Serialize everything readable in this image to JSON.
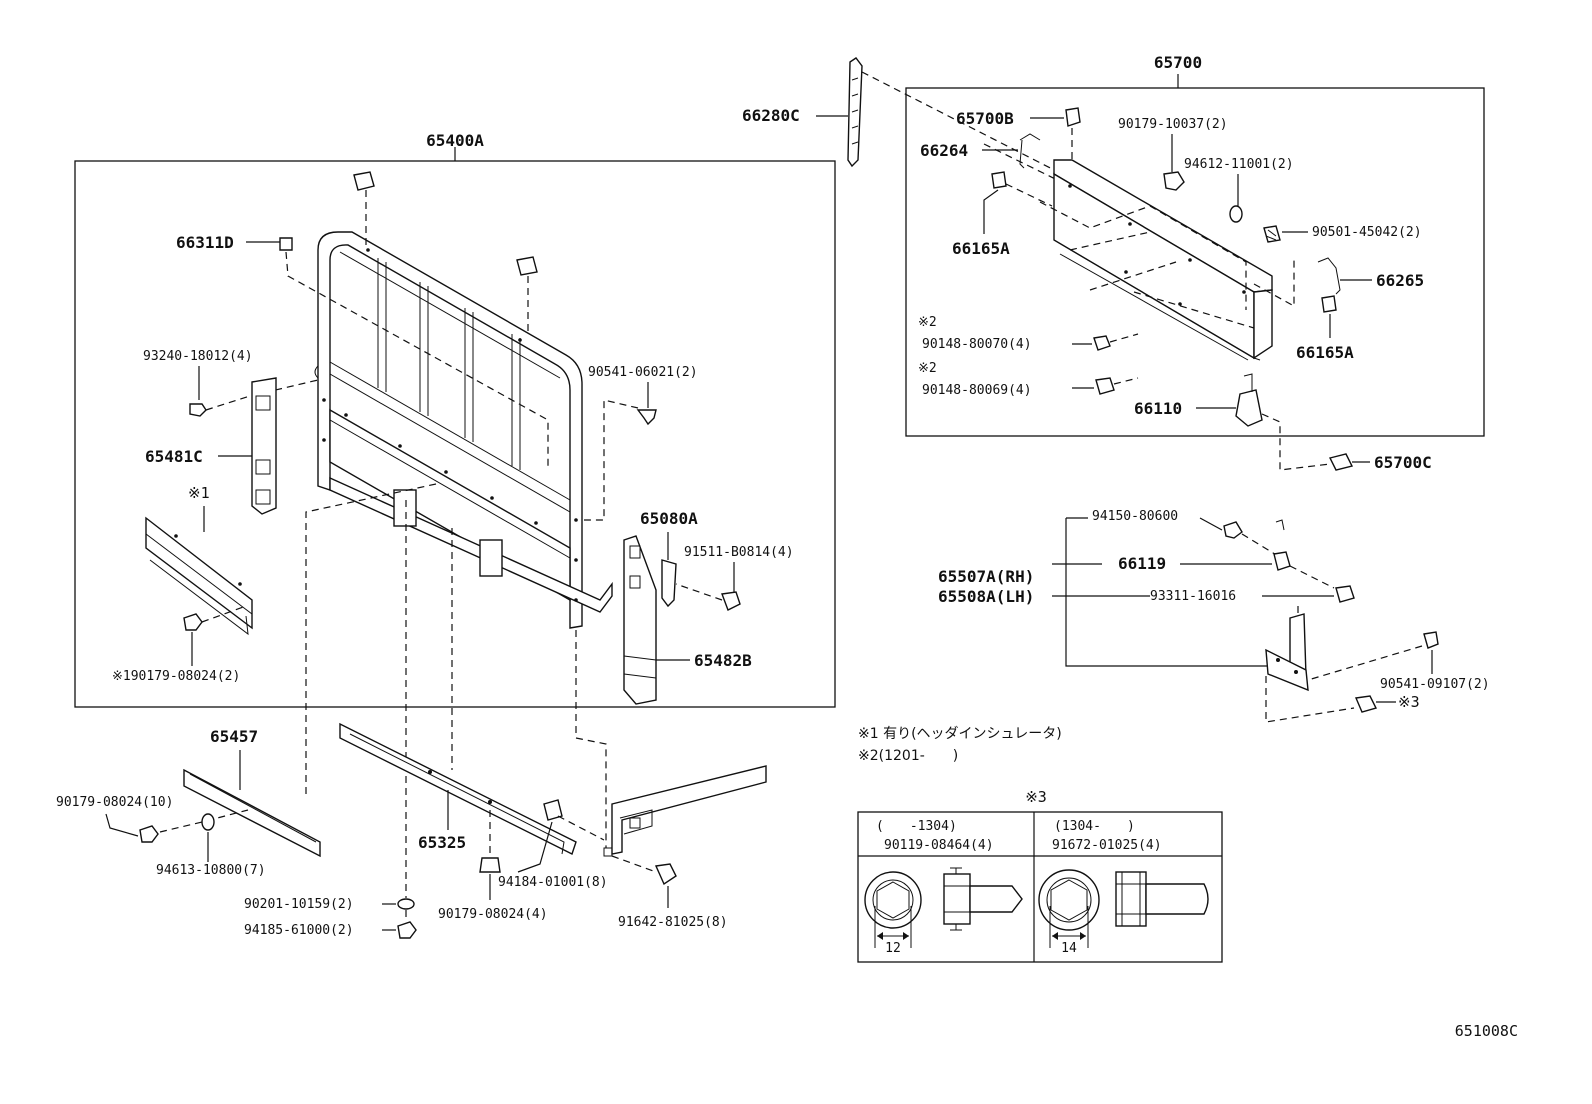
{
  "callouts": {
    "c65700": "65700",
    "c66280C": "66280C",
    "c65700B": "65700B",
    "c66264": "66264",
    "c90179_10037": "90179-10037(2)",
    "c94612_11001": "94612-11001(2)",
    "c90501_45042": "90501-45042(2)",
    "c66165A_1": "66165A",
    "c66265": "66265",
    "c66165A_2": "66165A",
    "c2mark_1": "※2",
    "c90148_80070": "90148-80070(4)",
    "c2mark_2": "※2",
    "c90148_80069": "90148-80069(4)",
    "c66110": "66110",
    "c65700C": "65700C",
    "c65400A": "65400A",
    "c66311D": "66311D",
    "c93240_18012": "93240-18012(4)",
    "c90541_06021": "90541-06021(2)",
    "c65481C": "65481C",
    "c1mark": "※1",
    "c65080A": "65080A",
    "c91511_B0814": "91511-B0814(4)",
    "c65482B": "65482B",
    "c190179_08024": "※190179-08024(2)",
    "c94150_80600": "94150-80600",
    "c66119": "66119",
    "c65507A": "65507A(RH)",
    "c65508A": "65508A(LH)",
    "c93311_16016": "93311-16016",
    "c90541_09107": "90541-09107(2)",
    "c3mark": "※3",
    "c65457": "65457",
    "c90179_08024_10": "90179-08024(10)",
    "c94613_10800": "94613-10800(7)",
    "c65325": "65325",
    "c90201_10159": "90201-10159(2)",
    "c94185_61000": "94185-61000(2)",
    "c90179_08024_4": "90179-08024(4)",
    "c94184_01001": "94184-01001(8)",
    "c91642_81025": "91642-81025(8)"
  },
  "notes": {
    "n1": "※1 有り(ヘッダインシュレータ)",
    "n2": "※2(1201-　　)"
  },
  "table": {
    "heading": "※3",
    "col1_range": "(　　-1304)",
    "col1_part": "90119-08464(4)",
    "col1_size": "12",
    "col2_range": "(1304-　　)",
    "col2_part": "91672-01025(4)",
    "col2_size": "14"
  },
  "figure_code": "651008C"
}
